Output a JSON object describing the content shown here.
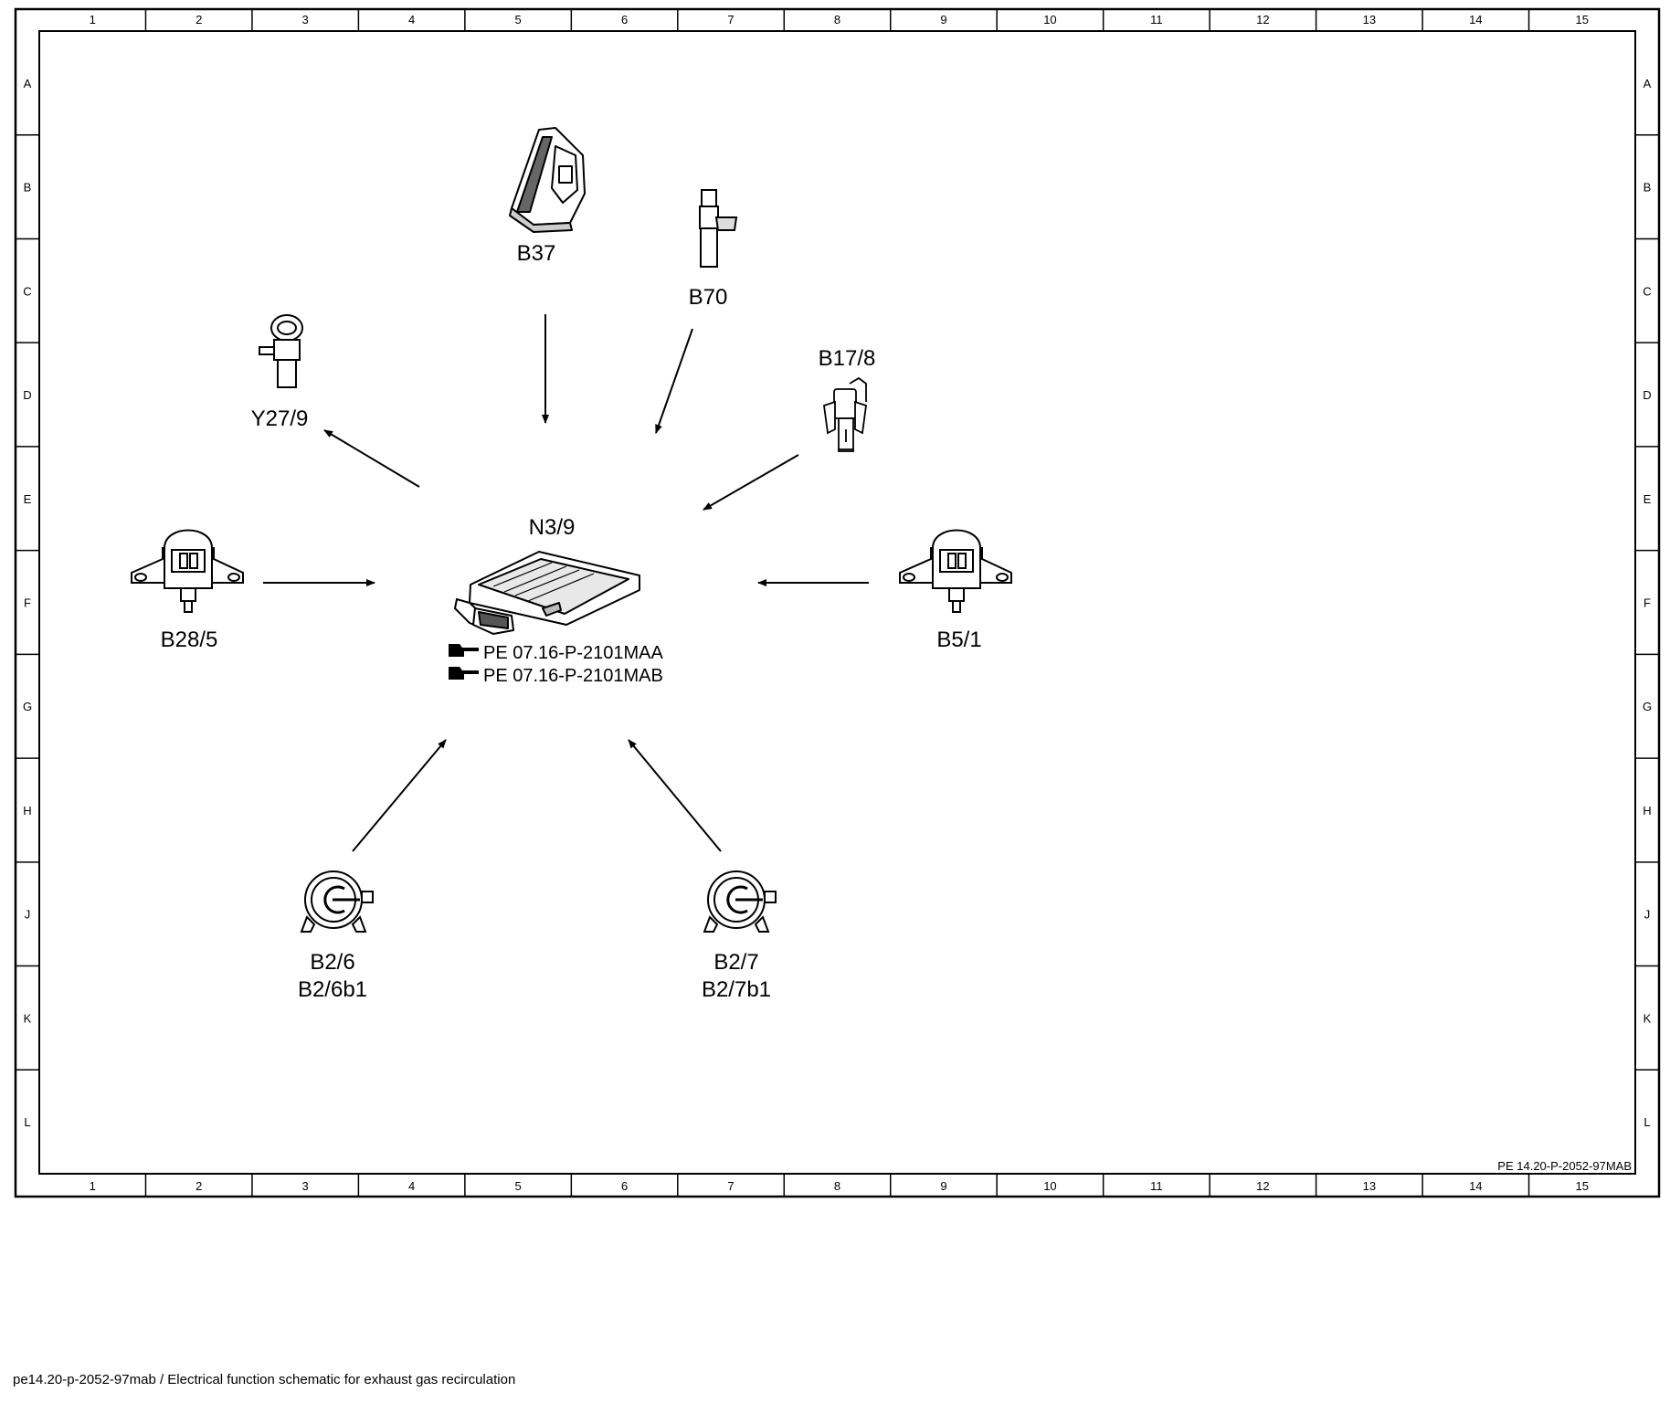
{
  "grid": {
    "columns": [
      "1",
      "2",
      "3",
      "4",
      "5",
      "6",
      "7",
      "8",
      "9",
      "10",
      "11",
      "12",
      "13",
      "14",
      "15"
    ],
    "rows": [
      "A",
      "B",
      "C",
      "D",
      "E",
      "F",
      "G",
      "H",
      "J",
      "K",
      "L"
    ]
  },
  "diagram": {
    "center": {
      "label": "N3/9",
      "references": [
        "PE 07.16-P-2101MAA",
        "PE 07.16-P-2101MAB"
      ],
      "ref_icon": "hand-pointer-icon"
    },
    "components": {
      "b37": {
        "label": "B37",
        "icon": "accelerator-pedal-sensor-icon"
      },
      "b70": {
        "label": "B70",
        "icon": "crankshaft-sensor-icon"
      },
      "b17_8": {
        "label": "B17/8",
        "icon": "temperature-sensor-icon"
      },
      "y27_9": {
        "label": "Y27/9",
        "icon": "solenoid-valve-icon"
      },
      "b28_5": {
        "label": "B28/5",
        "icon": "pressure-sensor-icon"
      },
      "b5_1": {
        "label": "B5/1",
        "icon": "pressure-sensor-icon"
      },
      "b2_6": {
        "label1": "B2/6",
        "label2": "B2/6b1",
        "icon": "hot-film-mass-air-flow-sensor-icon"
      },
      "b2_7": {
        "label1": "B2/7",
        "label2": "B2/7b1",
        "icon": "hot-film-mass-air-flow-sensor-icon"
      }
    },
    "drawing_code": "PE 14.20-P-2052-97MAB"
  },
  "caption": "pe14.20-p-2052-97mab / Electrical function schematic for exhaust gas recirculation"
}
